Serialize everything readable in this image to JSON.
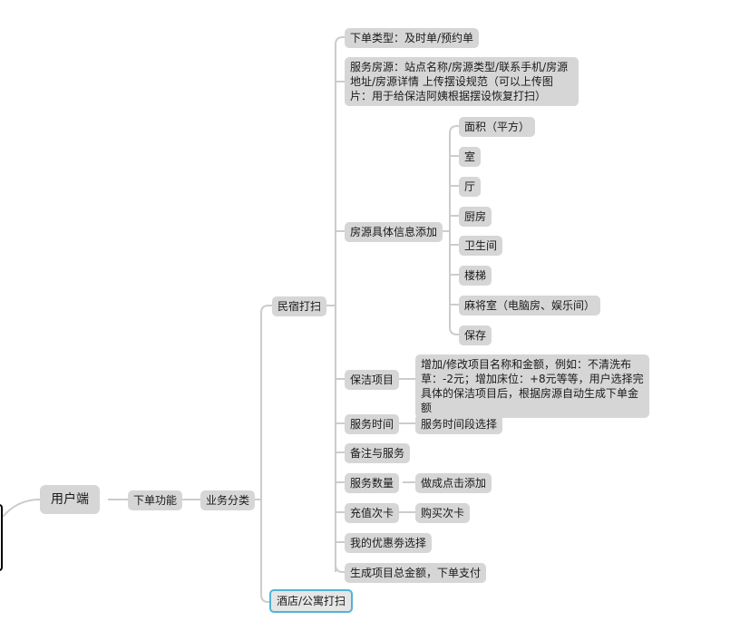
{
  "mindmap": {
    "root": "用户端",
    "level1": "下单功能",
    "level2": "业务分类",
    "category_homestay": "民宿打扫",
    "category_hotel": "酒店/公寓打扫",
    "order_type": "下单类型：及时单/预约单",
    "service_source": "服务房源：站点名称/房源类型/联系手机/房源地址/房源详情 上传摆设规范（可以上传图片：用于给保洁阿姨根据摆设恢复打扫）",
    "house_info": "房源具体信息添加",
    "house_items": [
      "面积（平方）",
      "室",
      "厅",
      "厨房",
      "卫生间",
      "楼梯",
      "麻将室（电脑房、娱乐间）",
      "保存"
    ],
    "cleaning_items": "保洁项目",
    "cleaning_detail": "增加/修改项目名称和金额，例如：不清洗布草：-2元；增加床位：+8元等等，用户选择完具体的保洁项目后，根据房源自动生成下单金额",
    "service_time": "服务时间",
    "service_time_detail": "服务时间段选择",
    "remarks": "备注与服务",
    "service_qty": "服务数量",
    "service_qty_detail": "做成点击添加",
    "recharge_card": "充值次卡",
    "recharge_card_detail": "购买次卡",
    "coupon": "我的优惠劵选择",
    "total_pay": "生成项目总金额，下单支付"
  },
  "colors": {
    "node_bg": "#d6d6d6",
    "line": "#cccccc",
    "selected_border": "#4fb4d8"
  }
}
